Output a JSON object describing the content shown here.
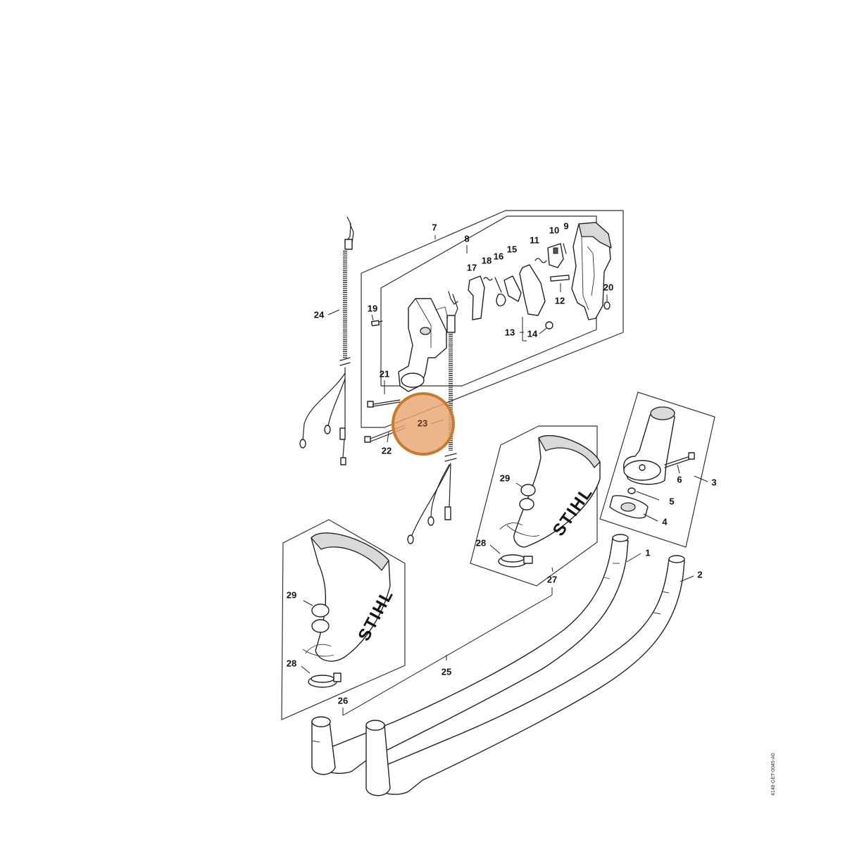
{
  "callouts": {
    "p1": "1",
    "p2": "2",
    "p3": "3",
    "p4": "4",
    "p5": "5",
    "p6": "6",
    "p7": "7",
    "p8": "8",
    "p9": "9",
    "p10": "10",
    "p11": "11",
    "p12": "12",
    "p13": "13",
    "p14": "14",
    "p15": "15",
    "p16": "16",
    "p17": "17",
    "p18": "18",
    "p19": "19",
    "p20": "20",
    "p21": "21",
    "p22": "22",
    "p23": "23",
    "p24": "24",
    "p25": "25",
    "p26": "26",
    "p27": "27",
    "p28a": "28",
    "p28b": "28",
    "p29a": "29",
    "p29b": "29"
  },
  "highlight": {
    "label": "23",
    "color": "#e8a673",
    "ring_color": "#c97a2c"
  },
  "logos": {
    "guard_left": "STIHL",
    "guard_right": "STIHL"
  },
  "doc_reference": "4148-GET-0045-A0"
}
